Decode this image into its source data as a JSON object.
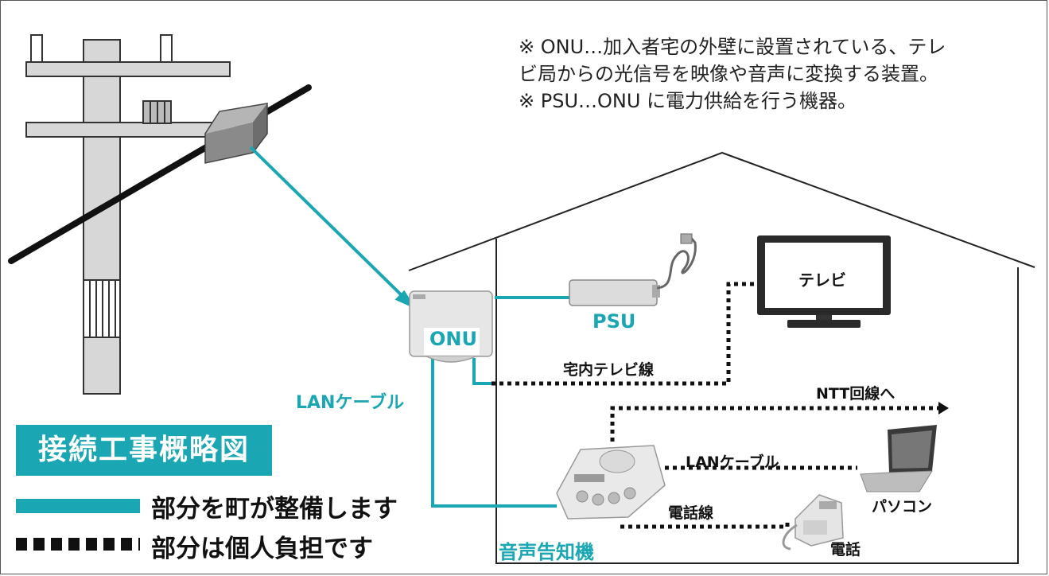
{
  "notes": [
    "※ ONU…加入者宅の外壁に設置されている、テレ",
    "ビ局からの光信号を映像や音声に変換する装置。",
    "※ PSU…ONU に電力供給を行う機器。"
  ],
  "labels": {
    "onu": "ONU",
    "psu": "PSU",
    "tv": "テレビ",
    "indoor_tv_line": "宅内テレビ線",
    "ntt": "NTT回線へ",
    "lan_cable_indoor": "LANケーブル",
    "lan_cable_outdoor": "LANケーブル",
    "phone_line": "電話線",
    "pc": "パソコン",
    "phone": "電話",
    "announcer": "音声告知機"
  },
  "title": "接続工事概略図",
  "legend": {
    "town": "部分を町が整備します",
    "personal": "部分は個人負担です"
  },
  "colors": {
    "town_line": "#1aa7b3",
    "personal_line": "#111111"
  }
}
